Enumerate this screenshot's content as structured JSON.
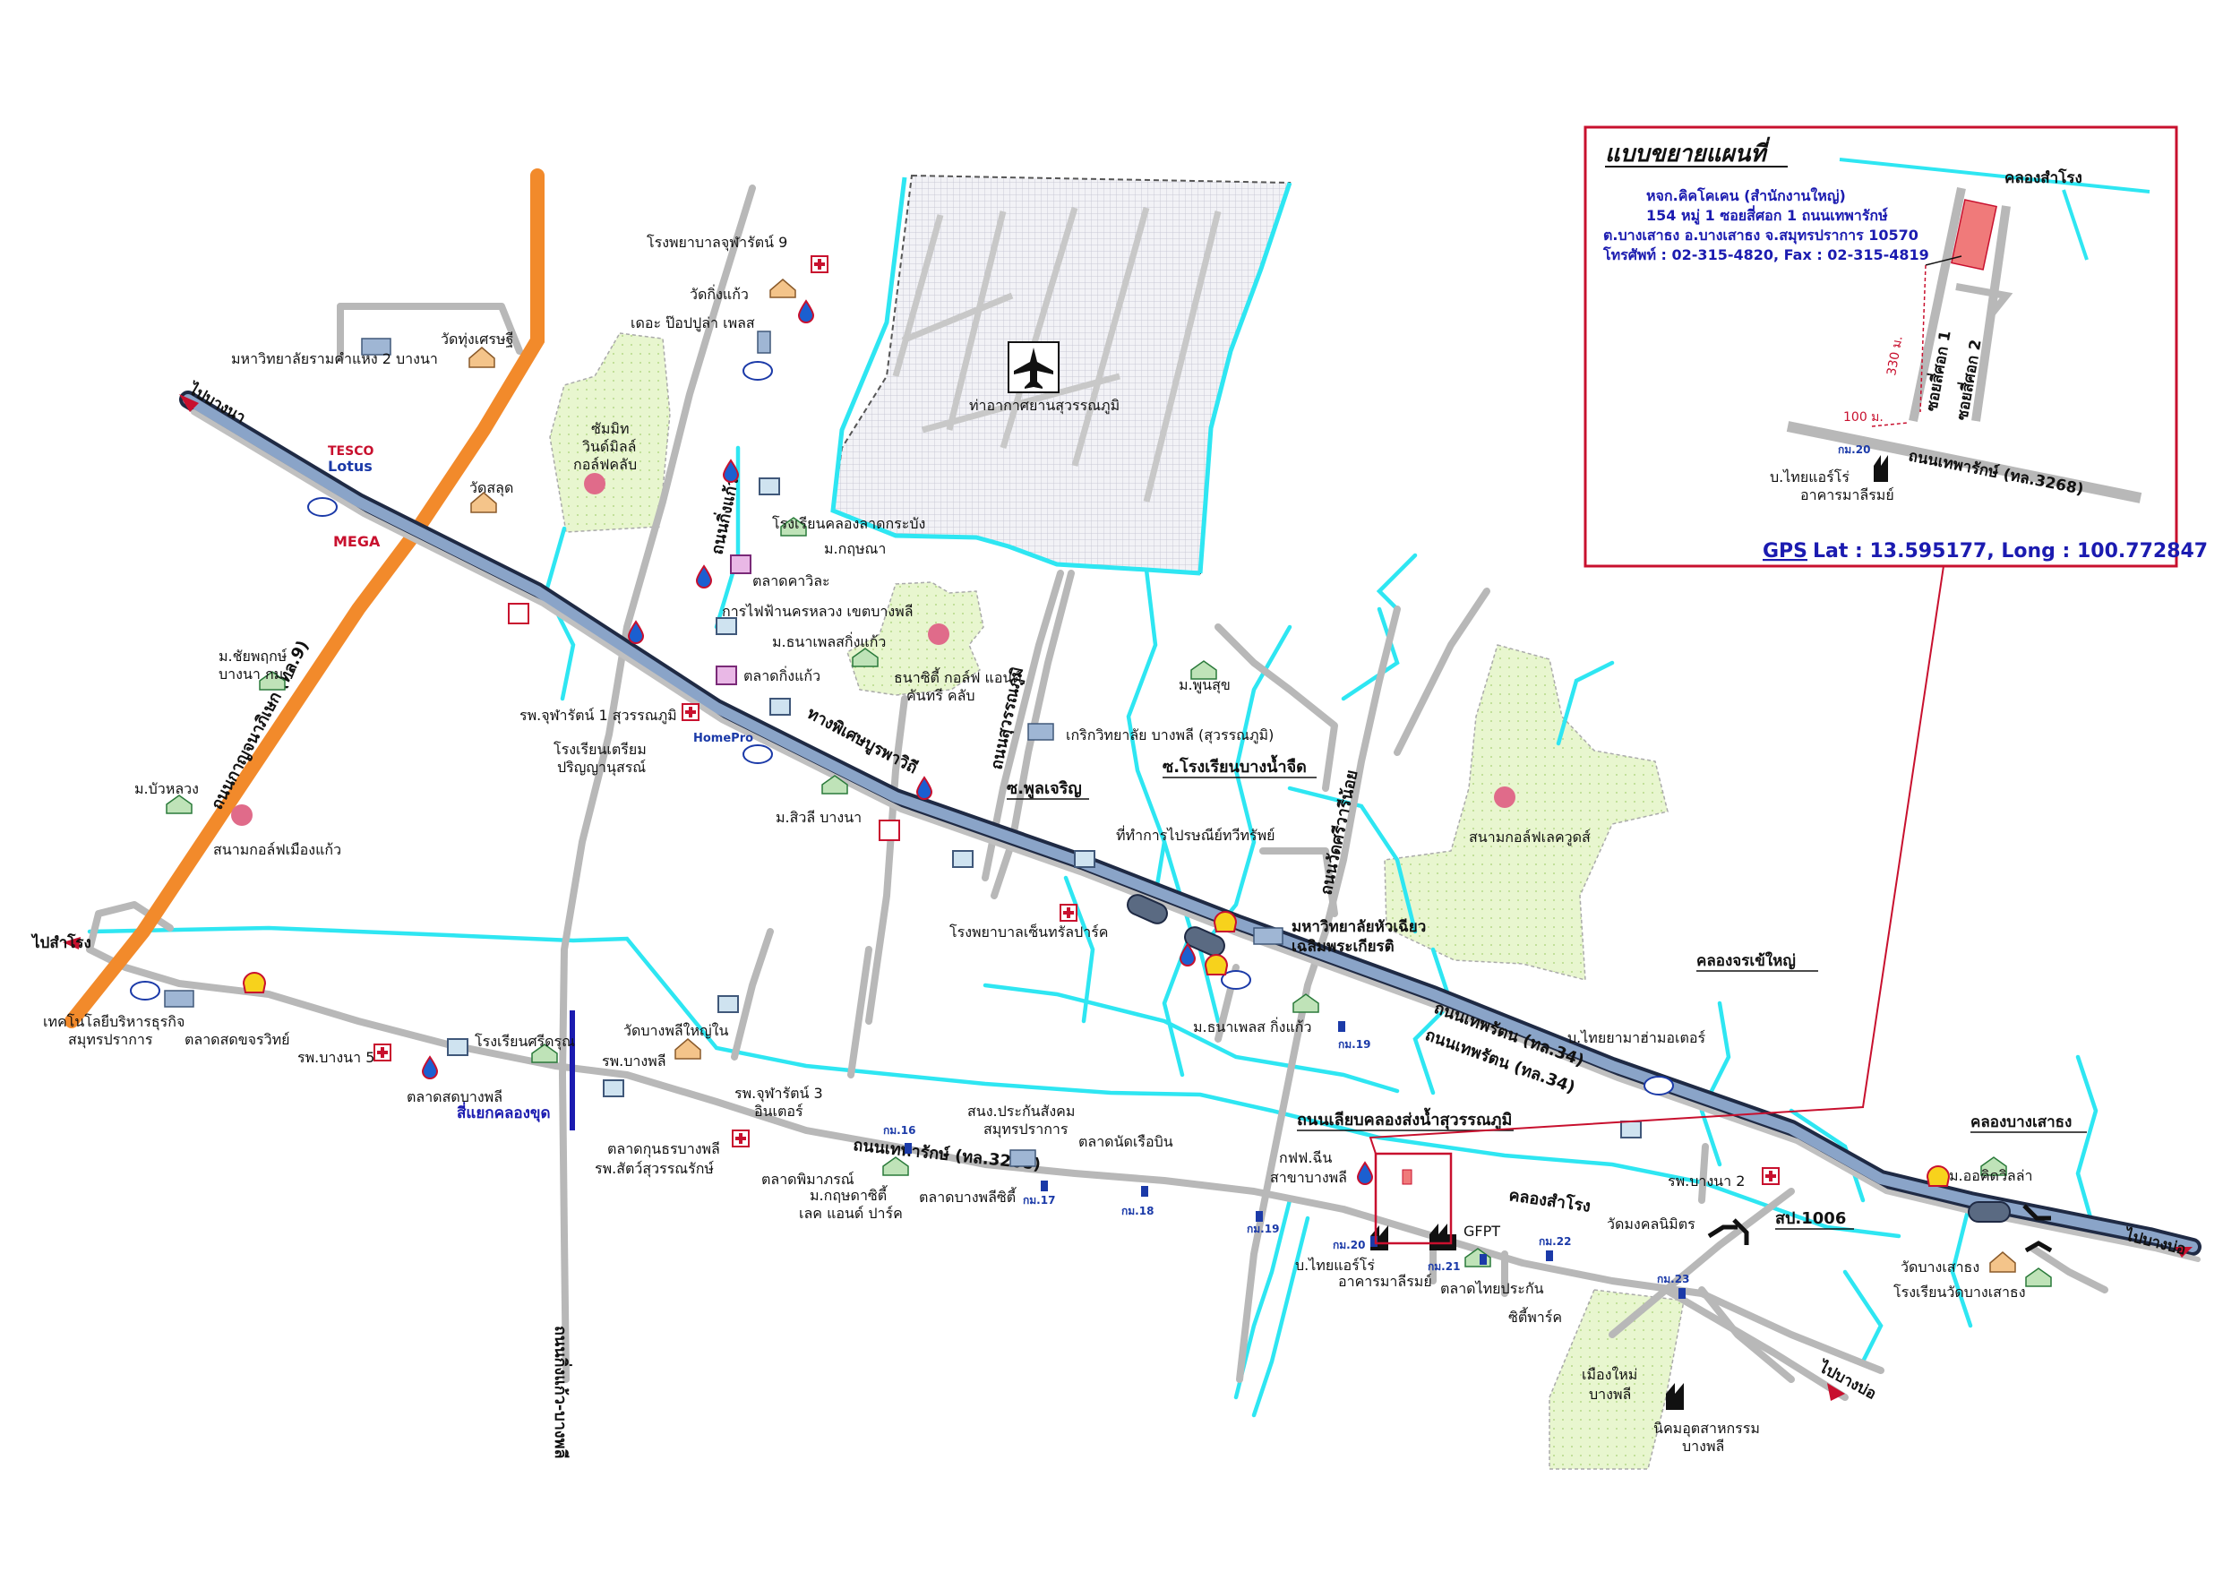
{
  "roads": {
    "to_bangna": "ไปบางนา",
    "to_samrong": "ไปสำโรง",
    "to_bangbo_right": "ไปบางบ่อ",
    "to_bangbo_bottom": "ไปบางบ่อ",
    "kanchana": "ถนนกาญจนาภิเษก (ทล.9)",
    "bangna_trad": "ทางพิเศษบูรพาวิถี",
    "king_kaeo": "ถนนกิ่งแก้ว",
    "suvarnabhumi": "ถนนสุวรรณภูมิ",
    "wat_sri_wa_rin_noi": "ถนนวัดศรีวารีน้อย",
    "thepharat_1": "ถนนเทพรัตน (ทล.34)",
    "thepharat_2": "ถนนเทพรัตน (ทล.34)",
    "theparak": "ถนนเทพารักษ์ (ทล.3268)",
    "kingkaew_bangphli": "ถนนกิ่งแก้ว-บางพลี",
    "liap_khlong": "ถนนเลียบคลองส่งน้ำสุวรรณภูมิ",
    "soi_poncharoen": "ซ.พูลเจริญ",
    "soi_school": "ซ.โรงเรียนบางน้ำจืด",
    "junction": "สี่แยกคลองขุด",
    "sp1006": "สป.1006"
  },
  "canals": {
    "samrong": "คลองสำโรง",
    "chorakhe_yai": "คลองจรเข้ใหญ่",
    "bang_sao_thong": "คลองบางเสาธง"
  },
  "places": {
    "hosp_chulabhorn9": "โรงพยาบาลจุฬารัตน์ 9",
    "wat_king_kaeo": "วัดกิ่งแก้ว",
    "the_popular_plus": "เดอะ ป๊อปปูล่า เพลส",
    "ramkhamhaeng2": "มหาวิทยาลัยรามคำแหง 2 บางนา",
    "wat_thung_setthi": "วัดทุ่งเศรษฐี",
    "summit_line1": "ซัมมิท",
    "summit_line2": "วินด์มิลล์",
    "summit_line3": "กอล์ฟคลับ",
    "wat_salud": "วัดสลุด",
    "mega_bangna": "MEGA",
    "tesco_line1": "TESCO",
    "tesco_line2": "Lotus",
    "airport": "ท่าอากาศยานสุวรรณภูมิ",
    "school_lat_krabang": "โรงเรียนคลองลาดกระบัง",
    "m_krisana": "ม.กฤษณา",
    "talat_kariya": "ตลาดคาวิละ",
    "pea": "การไฟฟ้านครหลวง เขตบางพลี",
    "m_thana_phet": "ม.ธนาเพลสกิ่งแก้ว",
    "talat_king_kaeo": "ตลาดกิ่งแก้ว",
    "thana_golf_1": "ธนาซิตี้ กอล์ฟ แอนด์",
    "thana_golf_2": "คันทรี คลับ",
    "m_chaiyaphruek_1": "ม.ชัยพฤกษ์",
    "m_chaiyaphruek_2": "บางนา กม.7",
    "hosp_chula1": "รพ.จุฬารัตน์ 1 สุวรรณภูมิ",
    "school_prep_1": "โรงเรียนเตรียม",
    "school_prep_2": "ปริญญานุสรณ์",
    "homepro": "HomePro",
    "m_buakhlong": "ม.บัวหลวง",
    "muang_kaew_golf": "สนามกอล์ฟเมืองแก้ว",
    "m_siwilai": "ม.สิวลี บางนา",
    "m_phunsuk": "ม.พูนสุข",
    "kerk": "เกริกวิทยาลัย บางพลี (สุวรรณภูมิ)",
    "post_office": "ที่ทำการไปรษณีย์ทวีทรัพย์",
    "hosp_central_park": "โรงพยาบาลเซ็นทรัลปาร์ค",
    "hua_chiew_1": "มหาวิทยาลัยหัวเฉียว",
    "hua_chiew_2": "เฉลิมพระเกียรติ",
    "legacy_golf": "สนามกอล์ฟเลควูดส์",
    "m_thana_phet2": "ม.ธนาเพลส กิ่งแก้ว",
    "thai_yamaha": "บ.ไทยยามาฮ่ามอเตอร์",
    "tech_college_1": "เทคโนโลยีบริหารธุรกิจ",
    "tech_college_2": "สมุทรปราการ",
    "talat_sot_charoen": "ตลาดสดขจรวิทย์",
    "hosp_bangna5": "รพ.บางนา 5",
    "talat_bangphli": "ตลาดสดบางพลี",
    "school_sricharoen": "โรงเรียนศรีดรุณ",
    "hosp_bangphli": "รพ.บางพลี",
    "wat_bangphli_yai": "วัดบางพลีใหญ่ใน",
    "hosp_chula3_1": "รพ.จุฬารัตน์ 3",
    "hosp_chula3_2": "อินเตอร์",
    "talat_kunthon": "ตลาดกุนธรบางพลี",
    "hosp_sat": "รพ.สัตว์สุวรรณรักษ์",
    "talat_phimaphon": "ตลาดพิมาภรณ์",
    "m_krisada_1": "ม.กฤษดาซิตี้",
    "m_krisada_2": "เลค แอนด์ ปาร์ค",
    "talat_bangphli_city": "ตลาดบางพลีซิตี้",
    "social_sec_1": "สนง.ประกันสังคม",
    "social_sec_2": "สมุทรปราการ",
    "talat_nat_ruean": "ตลาดนัดเรือบิน",
    "elec_1": "กฟฟ.ฉีน",
    "elec_2": "สาขาบางพลี",
    "gfpt": "GFPT",
    "thai_air_1": "บ.ไทยแอร์โร่",
    "thai_air_2": "อาคารมาลีรมย์",
    "talat_thai_prasong": "ตลาดไทยประกัน",
    "city_park": "ซิตี้พาร์ค",
    "wat_mongkhon": "วัดมงคลนิมิตร",
    "hosp_bangna2": "รพ.บางนา 2",
    "m_orchid": "ม.ออคิดวิลล่า",
    "wat_bang_sao_thong": "วัดบางเสาธง",
    "school_bang_sao_thong": "โรงเรียนวัดบางเสาธง",
    "new_town_1": "เมืองใหม่",
    "new_town_2": "บางพลี",
    "industrial_1": "นิคมอุตสาหกรรม",
    "industrial_2": "บางพลี"
  },
  "km": {
    "k16": "กม.16",
    "k17": "กม.17",
    "k18": "กม.18",
    "k19a": "กม.19",
    "k19b": "กม.19",
    "k20": "กม.20",
    "k21": "กม.21",
    "k22": "กม.22",
    "k23": "กม.23"
  },
  "inset": {
    "title": "แบบขยายแผนที่",
    "address_1": "หจก.คิคโคเคน (สำนักงานใหญ่)",
    "address_2": "154 หมู่ 1 ซอยสี่ศอก 1 ถนนเทพารักษ์",
    "address_3": "ต.บางเสาธง อ.บางเสาธง จ.สมุทรปราการ 10570",
    "address_4": "โทรศัพท์ : 02-315-4820, Fax : 02-315-4819",
    "canal": "คลองสำโรง",
    "soi1": "ซอยสี่ศอก 1",
    "soi2": "ซอยสี่ศอก 2",
    "dist_330": "330 ม.",
    "dist_100": "100 ม.",
    "road": "ถนนเทพารักษ์ (ทล.3268)",
    "km": "กม.20",
    "company_1": "บ.ไทยแอร์โร่",
    "company_2": "อาคารมาลีรมย์",
    "gps_link": "GPS",
    "gps_text": "Lat : 13.595177, Long : 100.772847"
  },
  "colors": {
    "canal": "#2ee6f2",
    "road": "#b8b8b8",
    "expressway_outer": "#1f2a44",
    "expressway_inner": "#8aa4c8",
    "kanchana": "#f28a2b",
    "golf": "#e6f5c9",
    "inset_border": "#c8102e"
  }
}
